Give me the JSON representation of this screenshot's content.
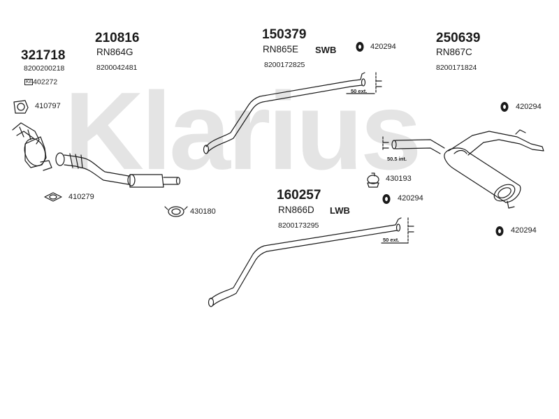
{
  "watermark": "Klarius",
  "parts": {
    "p321718": {
      "number": "321718",
      "ref": "8200200218",
      "kit_box": "Kit",
      "kit_number": "402272"
    },
    "p210816": {
      "number": "210816",
      "code": "RN864G",
      "ref": "8200042481"
    },
    "p150379": {
      "number": "150379",
      "code": "RN865E",
      "variant": "SWB",
      "ref": "8200172825",
      "note": "50 ext."
    },
    "p250639": {
      "number": "250639",
      "code": "RN867C",
      "ref": "8200171824",
      "note": "50.5 int."
    },
    "p160257": {
      "number": "160257",
      "code": "RN866D",
      "variant": "LWB",
      "ref": "8200173295",
      "note": "50 ext."
    }
  },
  "fittings": {
    "f410797": "410797",
    "f410279": "410279",
    "f430180": "430180",
    "f430193": "430193",
    "f420294_a": "420294",
    "f420294_b": "420294",
    "f420294_c": "420294",
    "f420294_d": "420294"
  },
  "colors": {
    "line": "#1a1a1a",
    "watermark": "#e4e4e4",
    "fill": "#ffffff"
  }
}
